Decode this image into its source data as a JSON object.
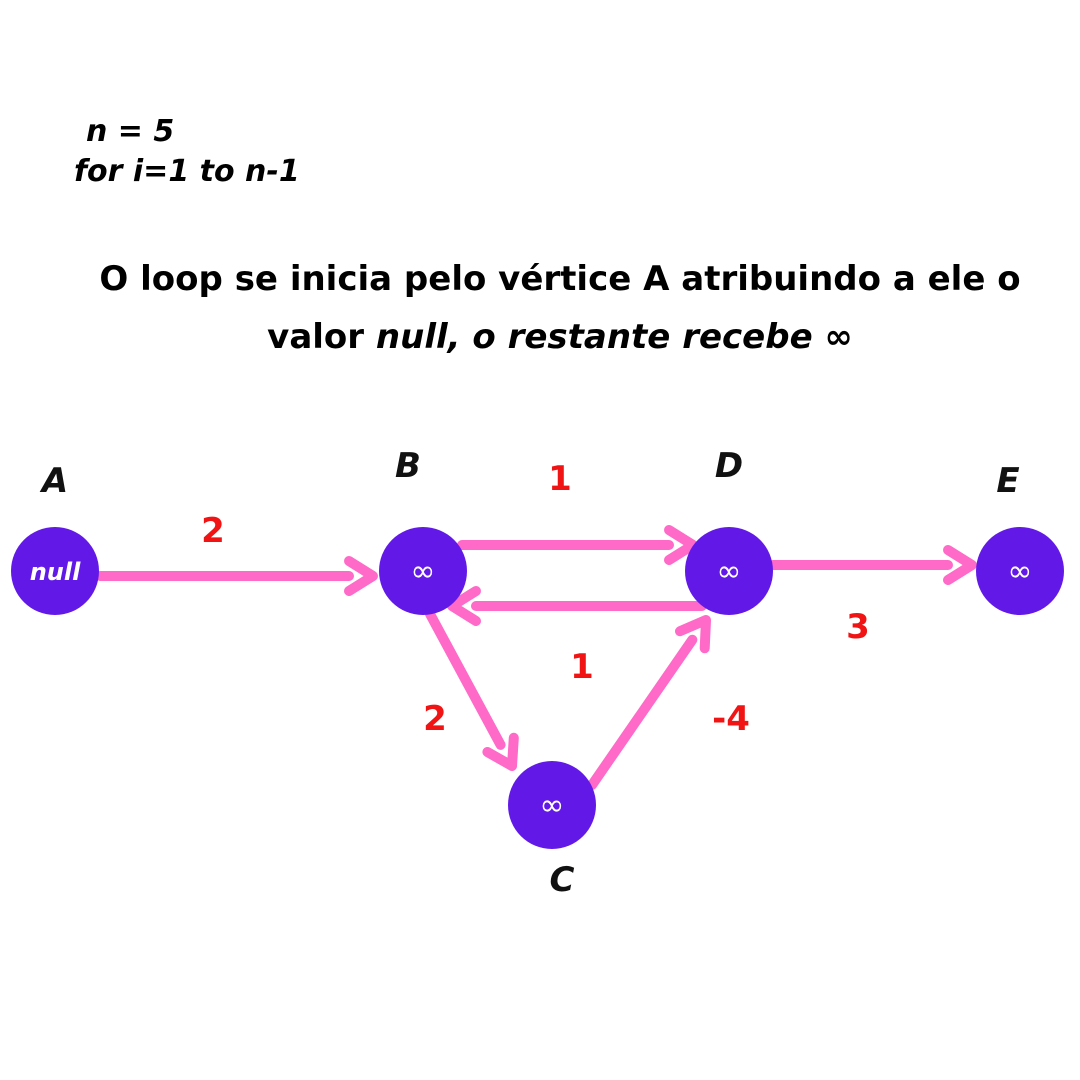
{
  "code": {
    "line1": "n = 5",
    "line2": "for i=1 to n-1"
  },
  "description": {
    "line1": "O loop se inicia pelo vértice A atribuindo a ele o",
    "line2_prefix": "valor ",
    "line2_italic": "null, o restante recebe",
    "line2_symbol": " ∞"
  },
  "colors": {
    "node": "#6219e8",
    "edge": "#ff69c8",
    "weight": "#f01414",
    "label": "#111111"
  },
  "graph": {
    "nodes": [
      {
        "id": "A",
        "label": "A",
        "value": "null"
      },
      {
        "id": "B",
        "label": "B",
        "value": "∞"
      },
      {
        "id": "D",
        "label": "D",
        "value": "∞"
      },
      {
        "id": "E",
        "label": "E",
        "value": "∞"
      },
      {
        "id": "C",
        "label": "C",
        "value": "∞"
      }
    ],
    "edges": [
      {
        "from": "A",
        "to": "B",
        "weight": "2"
      },
      {
        "from": "B",
        "to": "D",
        "weight": "1"
      },
      {
        "from": "D",
        "to": "B",
        "weight": "1"
      },
      {
        "from": "D",
        "to": "E",
        "weight": "3"
      },
      {
        "from": "B",
        "to": "C",
        "weight": "2"
      },
      {
        "from": "C",
        "to": "D",
        "weight": "-4"
      }
    ]
  }
}
